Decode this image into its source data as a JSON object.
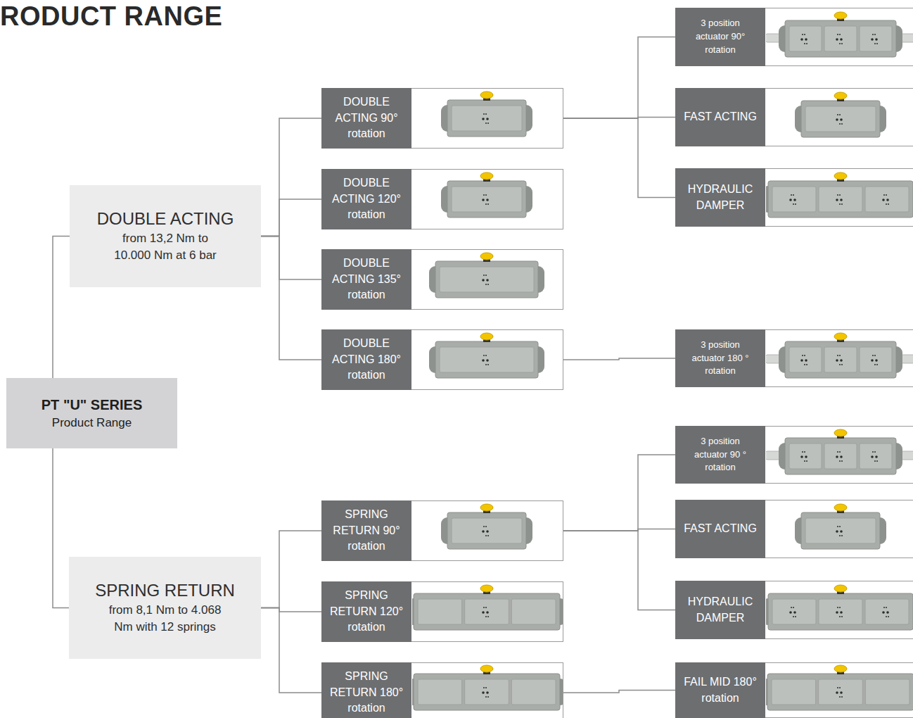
{
  "diagram": {
    "title": "RODUCT RANGE",
    "nodes": [
      {
        "text": [
          "PT \"U\" SERIES",
          "Product Range"
        ]
      },
      {
        "text": [
          "DOUBLE ACTING",
          "from 13,2 Nm to 10.000 Nm at 6 bar"
        ]
      },
      {
        "text": [
          "SPRING RETURN",
          "from 8,1 Nm to 4.068 Nm with 12 springs"
        ]
      },
      {
        "text": [
          "DOUBLE ACTING 90° rotation"
        ]
      },
      {
        "text": [
          "3 position actuator 90° rotation"
        ]
      },
      {
        "text": [
          "FAST ACTING"
        ]
      },
      {
        "text": [
          "HYDRAULIC DAMPER"
        ]
      },
      {
        "text": [
          "DOUBLE ACTING 120° rotation"
        ]
      },
      {
        "text": [
          "DOUBLE ACTING 135° rotation"
        ]
      },
      {
        "text": [
          "DOUBLE ACTING 180° rotation"
        ]
      },
      {
        "text": [
          "3 position actuator 180 ° rotation"
        ]
      },
      {
        "text": [
          "SPRING RETURN 90° rotation"
        ]
      },
      {
        "text": [
          "3 position actuator 90 ° rotation"
        ]
      },
      {
        "text": [
          "FAST ACTING"
        ]
      },
      {
        "text": [
          "HYDRAULIC DAMPER"
        ]
      },
      {
        "text": [
          "SPRING RETURN 120° rotation"
        ]
      },
      {
        "text": [
          "SPRING RETURN 180° rotation"
        ]
      },
      {
        "text": [
          "FAIL MID 180° rotation"
        ]
      }
    ],
    "edges": [
      {
        "from": 0,
        "to": 1,
        "arrow": "none"
      },
      {
        "from": 0,
        "to": 2,
        "arrow": "none"
      },
      {
        "from": 1,
        "to": 3,
        "arrow": "none"
      },
      {
        "from": 1,
        "to": 7,
        "arrow": "none"
      },
      {
        "from": 1,
        "to": 8,
        "arrow": "none"
      },
      {
        "from": 1,
        "to": 9,
        "arrow": "none"
      },
      {
        "from": 3,
        "to": 4,
        "arrow": "none"
      },
      {
        "from": 3,
        "to": 5,
        "arrow": "none"
      },
      {
        "from": 3,
        "to": 6,
        "arrow": "none"
      },
      {
        "from": 9,
        "to": 10,
        "arrow": "none"
      },
      {
        "from": 2,
        "to": 11,
        "arrow": "none"
      },
      {
        "from": 2,
        "to": 15,
        "arrow": "none"
      },
      {
        "from": 2,
        "to": 16,
        "arrow": "none"
      },
      {
        "from": 11,
        "to": 12,
        "arrow": "none"
      },
      {
        "from": 11,
        "to": 13,
        "arrow": "none"
      },
      {
        "from": 11,
        "to": 14,
        "arrow": "none"
      },
      {
        "from": 16,
        "to": 17,
        "arrow": "none"
      }
    ]
  }
}
